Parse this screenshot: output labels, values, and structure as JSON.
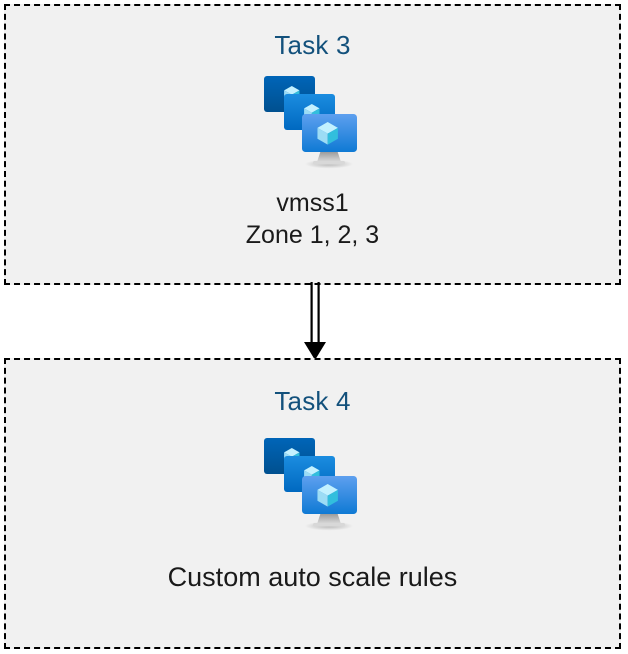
{
  "diagram": {
    "type": "flow",
    "background_color": "#ffffff",
    "panel_fill": "#f1f1f1",
    "panel_border_color": "#000000",
    "panel_border_style": "dashed",
    "title_color": "#13517c",
    "caption_color": "#1a1a1a",
    "panels": [
      {
        "id": "task3",
        "title": "Task 3",
        "icon": "virtual-machine-scale-set-icon",
        "captions": [
          "vmss1",
          "Zone 1, 2, 3"
        ]
      },
      {
        "id": "task4",
        "title": "Task 4",
        "icon": "virtual-machine-scale-set-icon",
        "captions": [
          "Custom auto scale rules"
        ]
      }
    ],
    "connector": {
      "name": "double-line-down-arrow",
      "from": "task3",
      "to": "task4",
      "direction": "down",
      "color": "#000000"
    },
    "icon_colors": {
      "monitor_back": "#0058a4",
      "monitor_middle": "#0078d4",
      "monitor_front_top": "#5ea0ef",
      "monitor_front_bottom": "#0f7ad4",
      "cube_top": "#c3f1ff",
      "cube_left": "#9cdcf5",
      "cube_right": "#32bedd",
      "stand": "#a8a8a8"
    }
  }
}
